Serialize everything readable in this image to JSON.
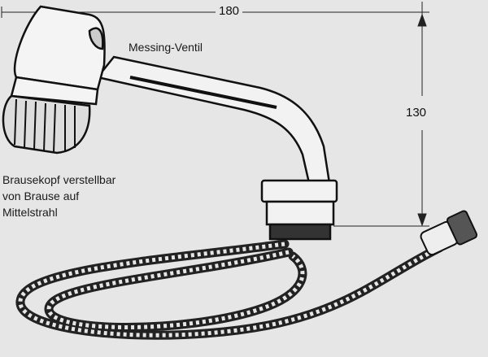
{
  "dimensions": {
    "width_mm": "180",
    "height_mm": "130"
  },
  "labels": {
    "valve": "Messing-Ventil",
    "head_line1": "Brausekopf verstellbar",
    "head_line2": "von Brause auf",
    "head_line3": "Mittelstrahl"
  },
  "colors": {
    "background": "#e6e6e6",
    "ink": "#111111"
  }
}
